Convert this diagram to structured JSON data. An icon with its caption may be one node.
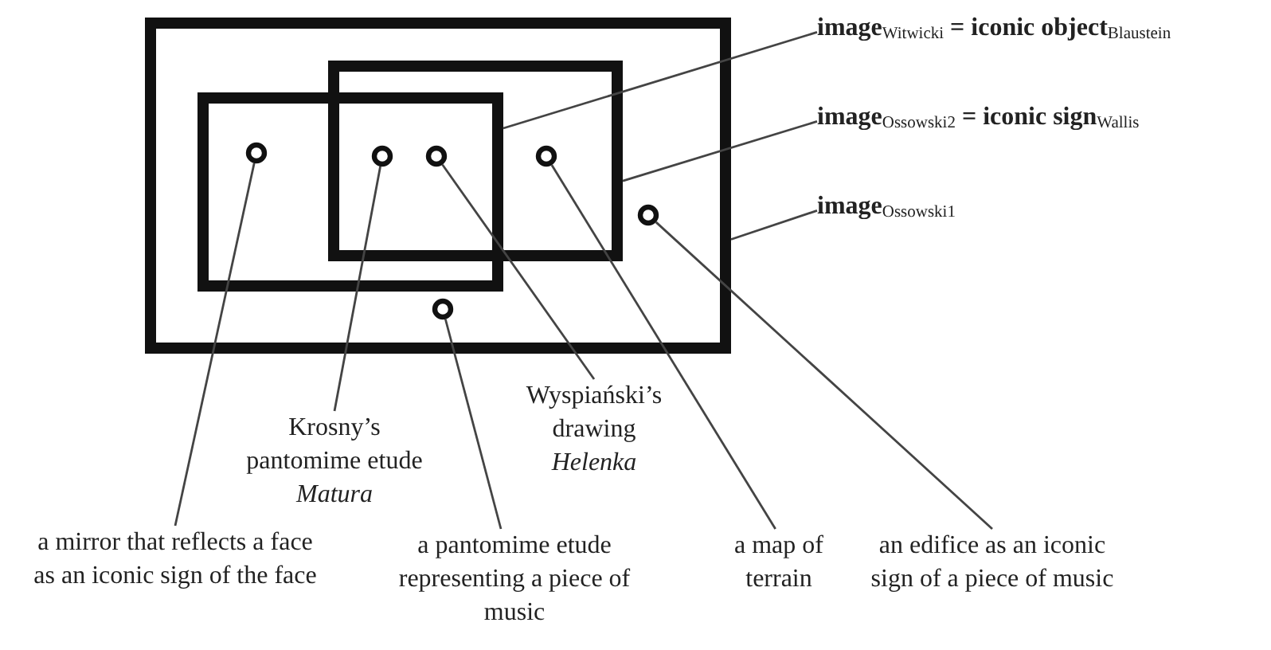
{
  "diagram": {
    "nodes": [
      {
        "text": [],
        "shape": "box"
      },
      {
        "text": [],
        "shape": "box",
        "in": 0
      },
      {
        "text": [],
        "shape": "box",
        "in": 0
      },
      {
        "text": [],
        "shape": "circle",
        "in": 1
      },
      {
        "text": [],
        "shape": "circle"
      },
      {
        "text": [],
        "shape": "circle"
      },
      {
        "text": [],
        "shape": "circle",
        "in": 2
      },
      {
        "text": [],
        "shape": "circle",
        "in": 0
      },
      {
        "text": [],
        "shape": "circle",
        "in": 0
      },
      {
        "text": [
          "image$_{Witwicki}$ = iconic object$_{Blaustein}$"
        ]
      },
      {
        "text": [
          "image$_{Ossowski2}$ = iconic sign$_{Wallis}$"
        ]
      },
      {
        "text": [
          "image$_{Ossowski1}$"
        ]
      },
      {
        "text": [
          "Krosny’s pantomime etude *Matura*"
        ]
      },
      {
        "text": [
          "Wyspiański’s drawing *Helenka*"
        ]
      },
      {
        "text": [
          "a mirror that reflects a face as an iconic sign of the face"
        ]
      },
      {
        "text": [
          "a pantomime etude representing a piece of music"
        ]
      },
      {
        "text": [
          "a map of terrain"
        ]
      },
      {
        "text": [
          "an edifice as an iconic sign of a piece of music"
        ]
      }
    ],
    "edges": [
      {
        "from": 9,
        "to": 1,
        "arrow": "none"
      },
      {
        "from": 10,
        "to": 2,
        "arrow": "none"
      },
      {
        "from": 11,
        "to": 0,
        "arrow": "none"
      },
      {
        "from": 3,
        "to": 14,
        "arrow": "none"
      },
      {
        "from": 4,
        "to": 12,
        "arrow": "none"
      },
      {
        "from": 5,
        "to": 13,
        "arrow": "none"
      },
      {
        "from": 8,
        "to": 15,
        "arrow": "none"
      },
      {
        "from": 6,
        "to": 16,
        "arrow": "none"
      },
      {
        "from": 7,
        "to": 17,
        "arrow": "none"
      }
    ]
  }
}
